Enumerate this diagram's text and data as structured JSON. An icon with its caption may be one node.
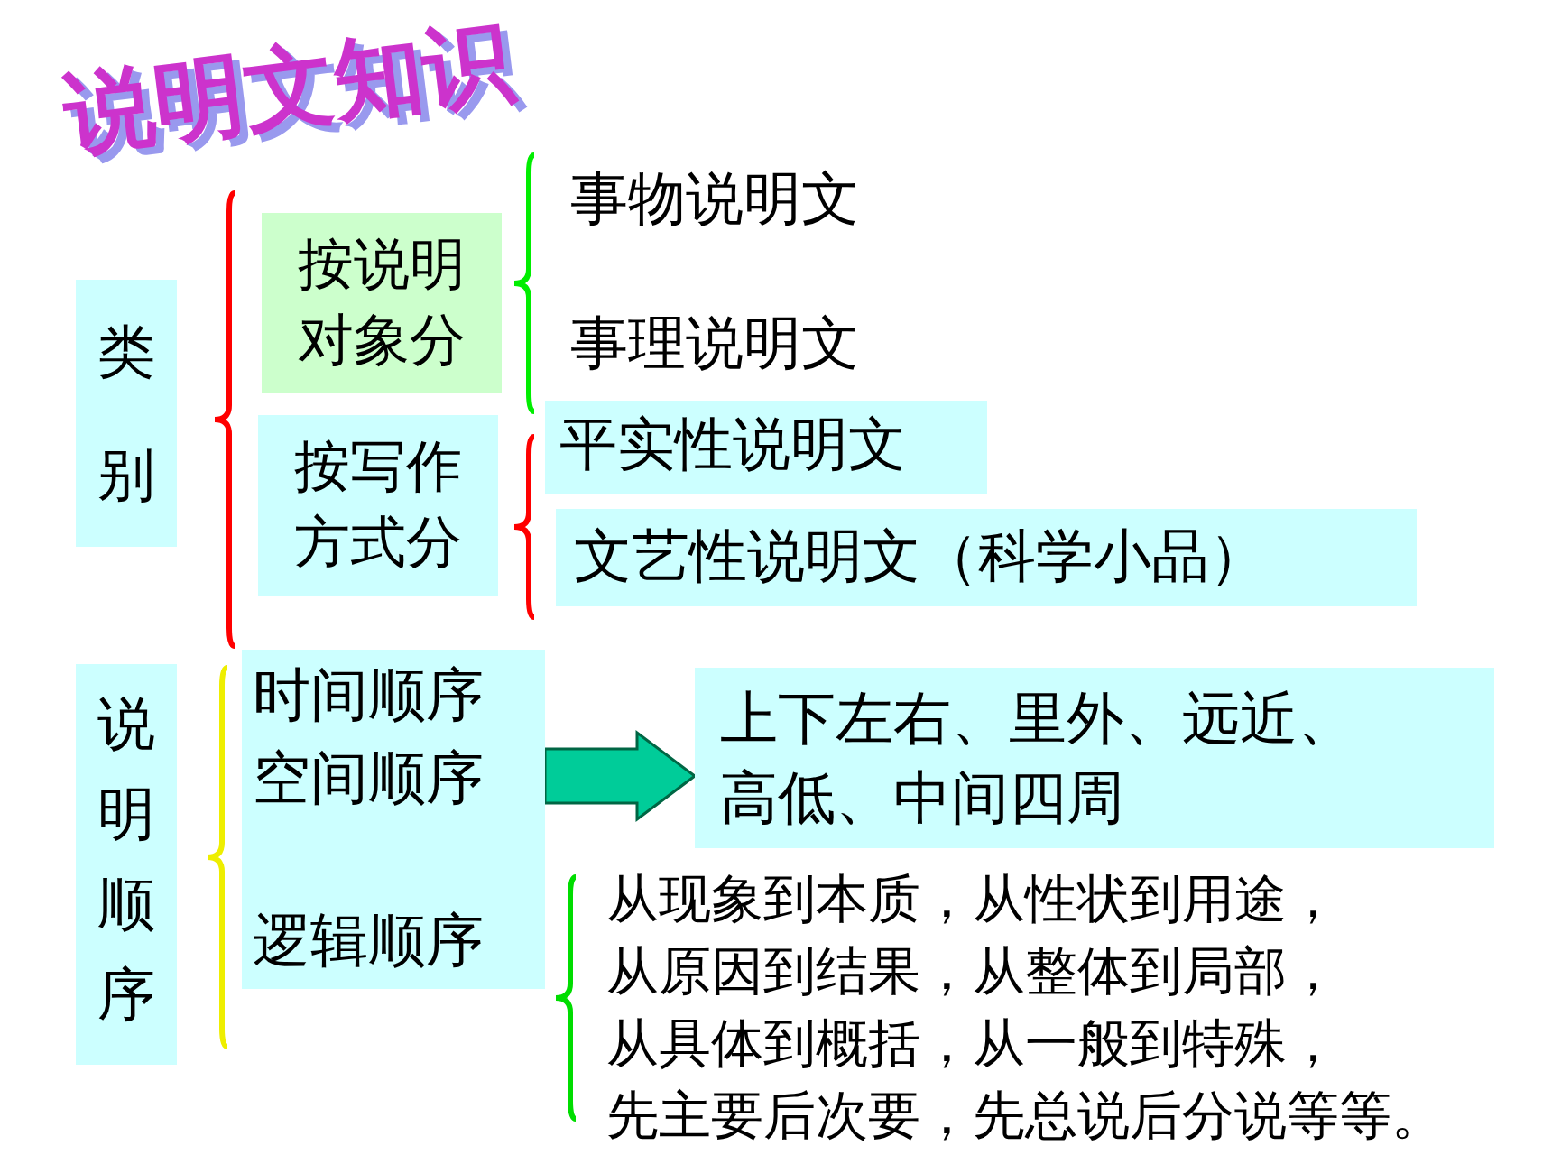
{
  "diagram": {
    "title": "说明文知识",
    "nodes": [
      {
        "text": [
          "类别"
        ]
      },
      {
        "text": [
          "按说明对象分"
        ]
      },
      {
        "text": [
          "按写作方式分"
        ]
      },
      {
        "text": [
          "事物说明文"
        ]
      },
      {
        "text": [
          "事理说明文"
        ]
      },
      {
        "text": [
          "平实性说明文"
        ]
      },
      {
        "text": [
          "文艺性说明文（科学小品）"
        ]
      },
      {
        "text": [
          "说明顺序"
        ]
      },
      {
        "text": [
          "时间顺序",
          "空间顺序",
          "逻辑顺序"
        ]
      },
      {
        "text": [
          "上下左右、里外、远近、高低、中间四周"
        ]
      },
      {
        "text": [
          "从现象到本质，从性状到用途，",
          "从原因到结果，从整体到局部，",
          "从具体到概括，从一般到特殊，",
          "先主要后次要，先总说后分说等等。"
        ]
      }
    ],
    "edges": [
      {
        "from": 8,
        "to": 9,
        "arrow": "to"
      }
    ]
  }
}
